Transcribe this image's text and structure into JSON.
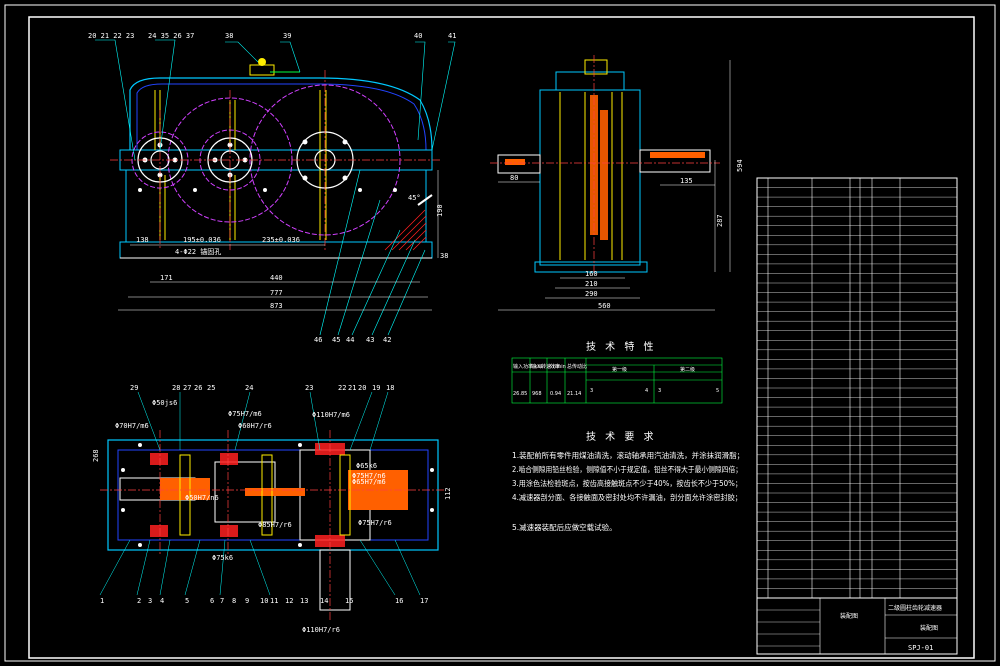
{
  "colors": {
    "background": "#000000",
    "frame": "#ffffff",
    "outline": "#00c8ff",
    "body": "#2244ff",
    "hatch": "#ff2020",
    "pitch_circle": "#d040ff",
    "gear_face": "#ffee00",
    "centerline": "#ff4040",
    "text": "#ffffff",
    "dimension": "#ffffff",
    "leader": "#00ffff",
    "table_line": "#00ff40"
  },
  "front_view": {
    "balloons_top": [
      "20 21 22 23",
      "24 35 26 37",
      "38",
      "39",
      "40",
      "41"
    ],
    "balloons_bottom": [
      "46",
      "45",
      "44",
      "43",
      "42"
    ],
    "dims": {
      "d138": "138",
      "d195": "195±0.036",
      "d235": "235±0.036",
      "d4": "4-Φ22 锚固孔",
      "d171": "171",
      "d440": "440",
      "d777": "777",
      "d873": "873",
      "d38": "38",
      "d190": "190",
      "d45": "45°"
    }
  },
  "side_view": {
    "dims": {
      "d80": "80",
      "d135": "135",
      "d594": "594",
      "d287": "287",
      "d160": "160",
      "d210": "210",
      "d290": "290",
      "d560": "560"
    }
  },
  "top_view": {
    "balloons_top": [
      "29",
      "28",
      "27",
      "26",
      "25",
      "24",
      "23",
      "22",
      "21",
      "20",
      "19",
      "18"
    ],
    "balloons_bottom": [
      "1",
      "2",
      "3",
      "4",
      "5",
      "6",
      "7",
      "8",
      "9",
      "10",
      "11",
      "12",
      "13",
      "14",
      "15",
      "16",
      "17"
    ],
    "fits": {
      "f1": "Φ50js6",
      "f2": "Φ70H7/m6",
      "f3": "Φ75H7/m6",
      "f4": "Φ60H7/r6",
      "f5": "Φ110H7/m6",
      "f6": "Φ75H7/n6",
      "f7": "Φ65H7/m6",
      "f8": "Φ50H7/n6",
      "f9": "Φ85H7/r6",
      "f10": "Φ75k6",
      "f11": "Φ110H7/r6",
      "f12": "Φ65k6",
      "f13": "Φ75H7/r6"
    },
    "dims": {
      "d268": "268",
      "d112": "112"
    }
  },
  "tech_spec": {
    "title": "技 术 特 性",
    "head": [
      "输入功率 kW",
      "输入转速 r/min",
      "效率",
      "总传动比",
      "第一级",
      "第二级"
    ],
    "row": [
      "26.85",
      "968",
      "0.94",
      "21.14",
      "3",
      "4",
      "3",
      "5"
    ]
  },
  "tech_req": {
    "title": "技 术 要 求",
    "lines": [
      "1.装配前所有零件用煤油清洗，滚动轴承用汽油清洗，并涂抹润滑脂；",
      "2.啮合侧隙用铅丝检验，侧隙值不小于规定值，铅丝不得大于最小侧隙四倍；",
      "3.用涂色法检验斑点，按齿高接触斑点不少于40%，按齿长不少于50%；",
      "4.减速器剖分面、各接触面及密封处均不许漏油，剖分面允许涂密封胶；",
      "5.减速器装配后应做空载试验。"
    ]
  },
  "bom_rows": 44,
  "title_block": {
    "designation": "SPJ-01",
    "mark": "装配图",
    "name_cells": [
      "二级圆柱齿轮减速器",
      "装配图"
    ]
  }
}
